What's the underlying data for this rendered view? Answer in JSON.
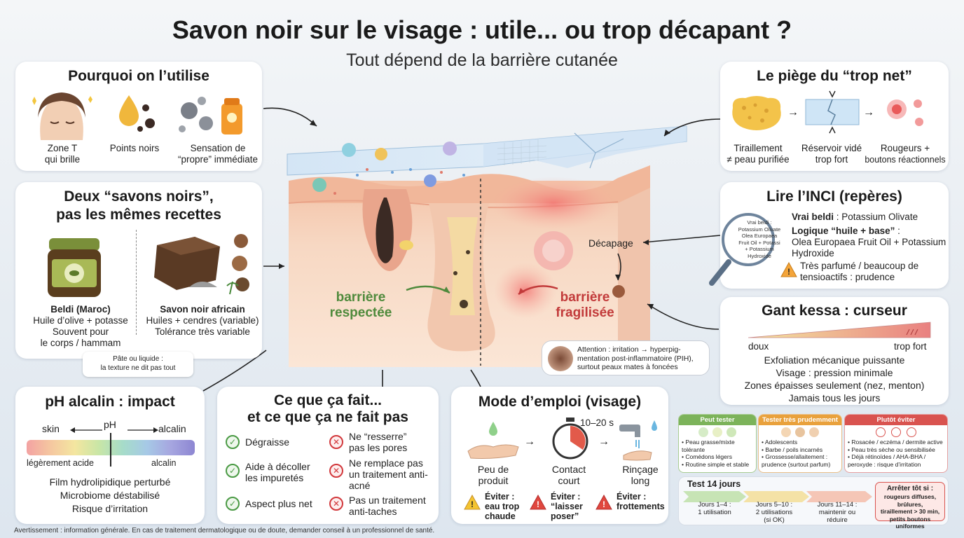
{
  "header": {
    "title": "Savon noir sur le visage : utile... ou trop décapant ?",
    "subtitle": "Tout dépend de la barrière cutanée"
  },
  "why": {
    "title": "Pourquoi on l’utilise",
    "items": [
      {
        "icon": "oily-face-icon",
        "label1": "Zone T",
        "label2": "qui brille"
      },
      {
        "icon": "oil-drop-blackheads-icon",
        "label1": "Points noirs",
        "label2": ""
      },
      {
        "icon": "pollution-sunscreen-icon",
        "label1": "Sensation de",
        "label2": "“propre” immédiate"
      }
    ]
  },
  "two_soaps": {
    "title1": "Deux “savons noirs”,",
    "title2": "pas les mêmes recettes",
    "beldi": {
      "name": "Beldi (Maroc)",
      "l1": "Huile d’olive + potasse",
      "l2": "Souvent pour",
      "l3": "le corps / hammam"
    },
    "african": {
      "name": "Savon noir africain",
      "l1": "Huiles + cendres (variable)",
      "l2": "Tolérance très variable"
    },
    "note1": "Pâte ou liquide :",
    "note2": "la texture ne dit pas tout"
  },
  "ph": {
    "title": "pH alcalin : impact",
    "skin": "skin",
    "ph_label": "pH",
    "alcalin_top": "alcalin",
    "acid": "légèrement acide",
    "alcalin_bottom": "alcalin",
    "effects": [
      "Film hydrolipidique perturbé",
      "Microbiome déstabilisé",
      "Risque d’irritation"
    ]
  },
  "does": {
    "title1": "Ce que ça fait...",
    "title2": "et ce que ça ne fait pas",
    "yes": [
      "Dégraisse",
      "Aide à décoller les impuretés",
      "Aspect plus net"
    ],
    "no": [
      "Ne “resserre” pas les pores",
      "Ne remplace pas un traitement anti-acné",
      "Pas un traitement anti-taches"
    ]
  },
  "mode": {
    "title": "Mode d’emploi (visage)",
    "timer": "10–20 s",
    "steps": [
      {
        "l1": "Peu de",
        "l2": "produit",
        "w1": "Éviter :",
        "w2": "eau trop",
        "w3": "chaude"
      },
      {
        "l1": "Contact",
        "l2": "court",
        "w1": "Éviter :",
        "w2": "“laisser",
        "w3": "poser”"
      },
      {
        "l1": "Rinçage",
        "l2": "long",
        "w1": "Éviter :",
        "w2": "frottements",
        "w3": ""
      }
    ]
  },
  "skin_diagram": {
    "left_label1": "barrière",
    "left_label2": "respectée",
    "right_label1": "barrière",
    "right_label2": "fragilisée",
    "decapage": "Décapage",
    "attention1": "Attention : irritation → hyperpig-",
    "attention2": "mentation post-inflammatoire (PIH),",
    "attention3": "surtout peaux mates à foncées",
    "colors": {
      "respected": "#4f8a3c",
      "fragile": "#c23a3a"
    }
  },
  "trap": {
    "title": "Le piège du “trop net”",
    "items": [
      {
        "icon": "sponge-icon",
        "l1": "Tiraillement",
        "l2": "≠ peau purifiée"
      },
      {
        "icon": "drained-reservoir-icon",
        "l1": "Réservoir vidé",
        "l2": "trop fort"
      },
      {
        "icon": "redness-icon",
        "l1": "Rougeurs +",
        "l2": "boutons réactionnels"
      }
    ]
  },
  "inci": {
    "title": "Lire l’INCI (repères)",
    "lens_text": [
      "Vrai beldi :",
      "Potassium Olivate",
      "Olea Europaea",
      "Fruit Oil + Potassi",
      "+ Potassium",
      "Hydroxide"
    ],
    "b1_bold": "Vrai beldi",
    "b1_rest": " : Potassium Olivate",
    "b2_bold": "Logique “huile + base”",
    "b2_rest": " :",
    "b2_l2": "Olea Europaea Fruit Oil + Potassium",
    "b2_l3": "Hydroxide",
    "warn1": "Très parfumé / beaucoup de",
    "warn2": "tensioactifs : prudence"
  },
  "kessa": {
    "title": "Gant kessa : curseur",
    "low": "doux",
    "high": "trop fort",
    "lines": [
      "Exfoliation mécanique puissante",
      "Visage : pression minimale",
      "Zones épaisses seulement (nez, menton)",
      "Jamais tous les jours"
    ]
  },
  "severity": {
    "test": {
      "title": "Peut tester",
      "color": "#7cb35a",
      "items": [
        "Peau grasse/mixte tolérante",
        "Comédons légers",
        "Routine simple et stable"
      ]
    },
    "caution": {
      "title": "Tester très prudemment",
      "color": "#e9a13c",
      "items": [
        "Adolescents",
        "Barbe / poils incarnés",
        "Grossesse/allaitement : prudence (surtout parfum)"
      ]
    },
    "avoid": {
      "title": "Plutôt éviter",
      "color": "#d9534f",
      "items": [
        "Rosacée / eczéma / dermite active",
        "Peau très sèche ou sensibilisée",
        "Déjà rétinoïdes / AHA-BHA / peroxyde : risque d’irritation"
      ]
    }
  },
  "test14": {
    "title": "Test 14 jours",
    "steps": [
      {
        "l1": "Jours 1–4 :",
        "l2": "1 utilisation",
        "l3": ""
      },
      {
        "l1": "Jours 5–10 :",
        "l2": "2 utilisations",
        "l3": "(si OK)"
      },
      {
        "l1": "Jours 11–14 :",
        "l2": "maintenir ou",
        "l3": "réduire"
      }
    ],
    "stop_title": "Arrêter tôt si :",
    "stop_l1": "rougeurs diffuses, brûlures,",
    "stop_l2": "tiraillement > 30 min,",
    "stop_l3": "petits boutons uniformes"
  },
  "footer": "Avertissement : information générale. En cas de traitement dermatologique ou de doute, demander conseil à un professionnel de santé."
}
